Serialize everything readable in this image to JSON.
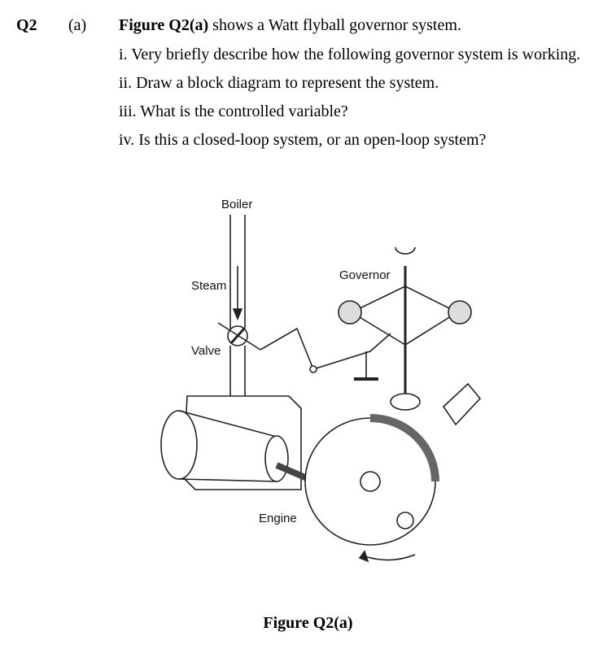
{
  "question": {
    "number": "Q2",
    "part": "(a)",
    "intro_ref": "Figure Q2(a)",
    "intro_text": " shows a Watt flyball governor system.",
    "items": [
      "i. Very briefly describe how the following governor system is working.",
      "ii. Draw a block diagram to represent the system.",
      "iii. What is the controlled variable?",
      "iv. Is this a closed-loop system, or an open-loop system?"
    ]
  },
  "figure": {
    "labels": {
      "boiler": "Boiler",
      "steam": "Steam",
      "valve": "Valve",
      "governor": "Governor",
      "engine": "Engine"
    },
    "caption": "Figure Q2(a)"
  }
}
